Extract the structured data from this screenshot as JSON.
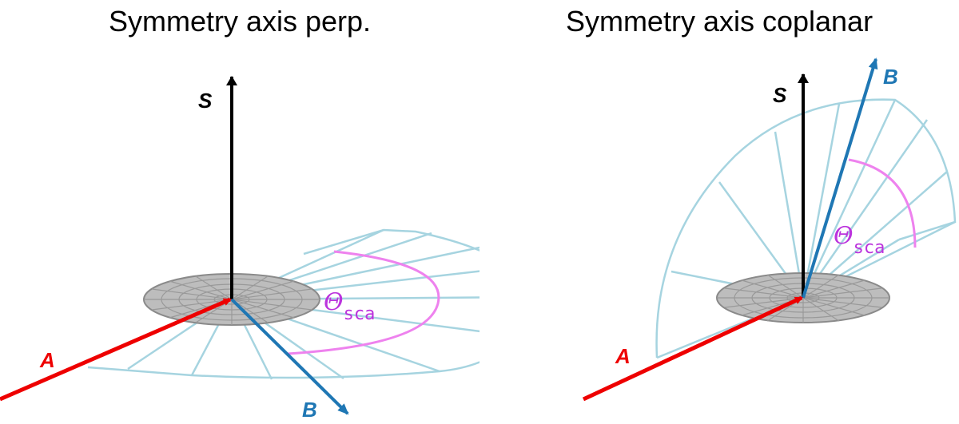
{
  "panels": [
    {
      "title": "Symmetry axis perp.",
      "labels": {
        "s": "S",
        "a": "A",
        "b": "B",
        "theta": "Θ",
        "theta_sub": "sca"
      }
    },
    {
      "title": "Symmetry axis coplanar",
      "labels": {
        "s": "S",
        "a": "A",
        "b": "B",
        "theta": "Θ",
        "theta_sub": "sca"
      }
    }
  ],
  "colors": {
    "incident_a": "#ee0000",
    "scattered_b": "#1f77b4",
    "symmetry_s": "#000000",
    "angle_arc": "#ee82ee",
    "theta_label": "#bb33dd",
    "grid": "#a6d4e0",
    "particle": "#999999"
  }
}
